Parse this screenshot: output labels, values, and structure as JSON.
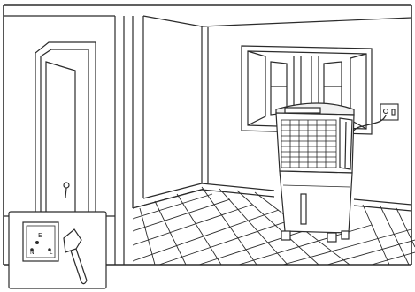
{
  "socket_labels": {
    "earth": "E",
    "neutral": "N",
    "live": "L"
  },
  "colors": {
    "line": "#2b2b2b",
    "paper": "#ffffff",
    "light_fill": "#f2f2f2"
  }
}
